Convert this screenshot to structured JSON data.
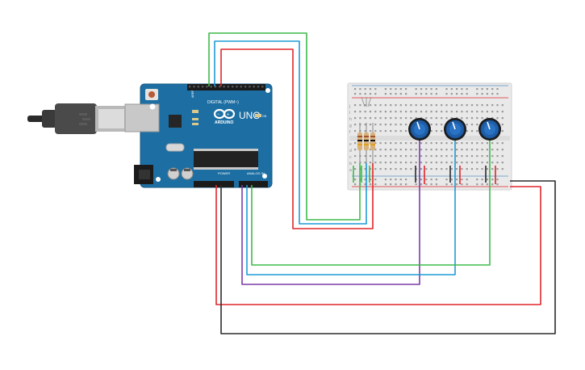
{
  "arduino": {
    "brand": "ARDUINO",
    "model": "UNO",
    "digital_label": "DIGITAL (PWM~)",
    "power_label": "POWER",
    "analog_label": "ANALOG IN",
    "on_label": "ON",
    "logo_name": "arduino-infinity-logo"
  },
  "breadboard": {
    "row_letters_top": [
      "j",
      "i",
      "h",
      "g",
      "f"
    ],
    "row_letters_bottom": [
      "e",
      "d",
      "c",
      "b",
      "a"
    ],
    "potentiometer_count": 3,
    "resistor_count": 3
  },
  "wire_colors": {
    "green": "#3fba4a",
    "blue": "#1f9bd6",
    "red": "#e0262b",
    "purple": "#7c3aa8",
    "black": "#2b2b2b"
  },
  "board_color": "#1d6fa3"
}
